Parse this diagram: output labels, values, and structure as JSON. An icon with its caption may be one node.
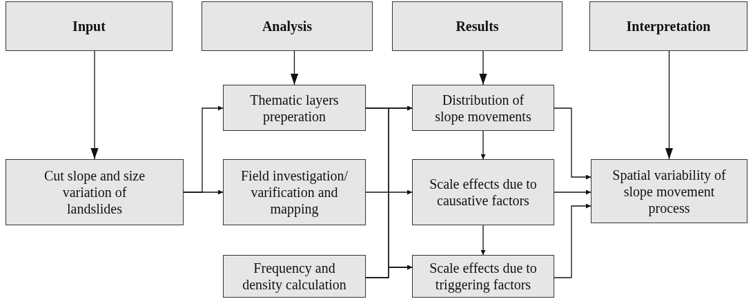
{
  "diagram": {
    "nodes": [
      {
        "text": [
          "Input"
        ]
      },
      {
        "text": [
          "Analysis"
        ]
      },
      {
        "text": [
          "Results"
        ]
      },
      {
        "text": [
          "Interpretation"
        ]
      },
      {
        "text": [
          "Cut slope and size variation of landslides"
        ]
      },
      {
        "text": [
          "Thematic layers preperation"
        ]
      },
      {
        "text": [
          "Field investigation/ varification and mapping"
        ]
      },
      {
        "text": [
          "Frequency and density calculation"
        ]
      },
      {
        "text": [
          "Distribution of slope movements"
        ]
      },
      {
        "text": [
          "Scale effects due to causative factors"
        ]
      },
      {
        "text": [
          "Scale effects due to triggering factors"
        ]
      },
      {
        "text": [
          "Spatial variability of slope movement process"
        ]
      }
    ],
    "edges": [
      {
        "from": 0,
        "to": 4,
        "arrow": "to"
      },
      {
        "from": 1,
        "to": 5,
        "arrow": "to"
      },
      {
        "from": 2,
        "to": 8,
        "arrow": "to"
      },
      {
        "from": 3,
        "to": 11,
        "arrow": "to"
      },
      {
        "from": 4,
        "to": 5,
        "arrow": "to"
      },
      {
        "from": 4,
        "to": 6,
        "arrow": "to"
      },
      {
        "from": 5,
        "to": 8,
        "arrow": "to"
      },
      {
        "from": 5,
        "to": 10,
        "arrow": "to"
      },
      {
        "from": 7,
        "to": 8,
        "arrow": "to"
      },
      {
        "from": 7,
        "to": 10,
        "arrow": "to"
      },
      {
        "from": 6,
        "to": 9,
        "arrow": "to"
      },
      {
        "from": 8,
        "to": 9,
        "arrow": "to"
      },
      {
        "from": 9,
        "to": 10,
        "arrow": "to"
      },
      {
        "from": 8,
        "to": 11,
        "arrow": "to"
      },
      {
        "from": 9,
        "to": 11,
        "arrow": "to"
      },
      {
        "from": 10,
        "to": 11,
        "arrow": "to"
      }
    ]
  }
}
